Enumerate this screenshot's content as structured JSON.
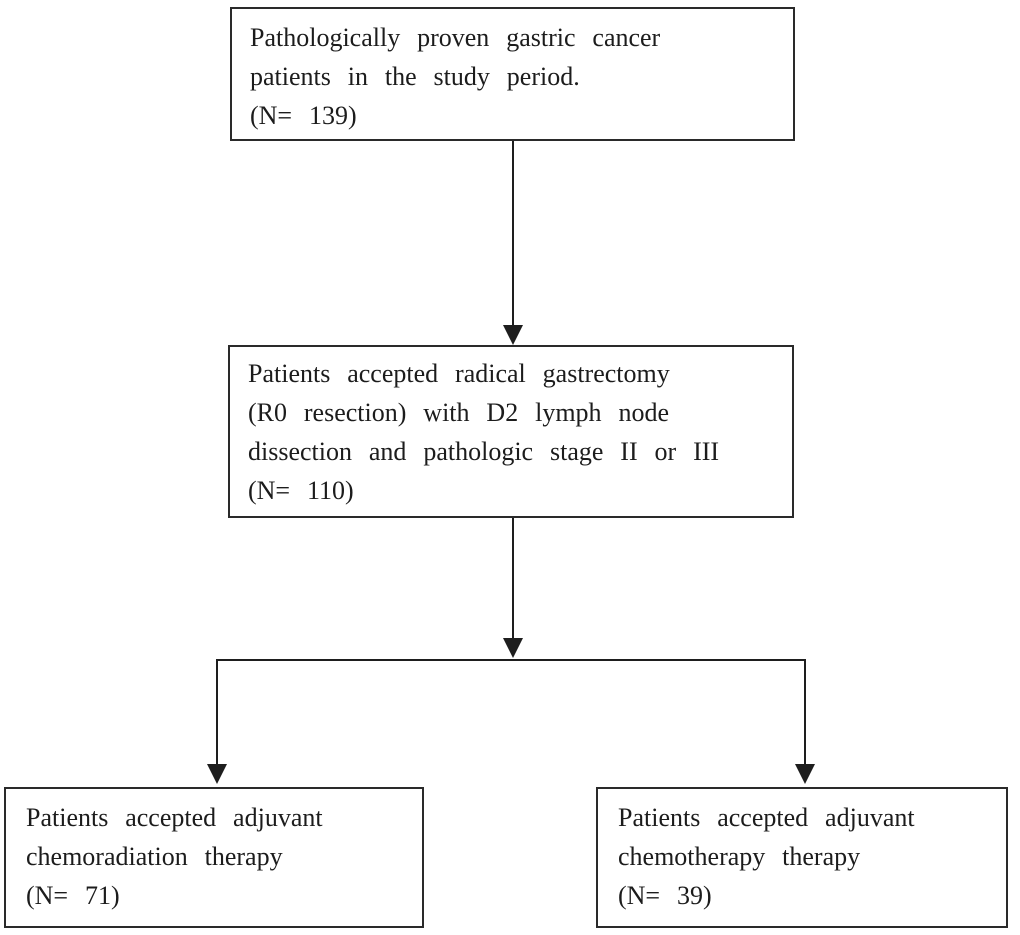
{
  "figure": {
    "background_color": "#ffffff",
    "line_color": "#1e1e1e",
    "type": "patient-selection-flowchart"
  },
  "flowchart": {
    "nodes": [
      {
        "id": "eligible-patients",
        "n": 139,
        "lines": [
          "Pathologically proven gastric cancer",
          "patients in the study period.",
          "(N= 139)"
        ]
      },
      {
        "id": "radical-gastrectomy-patients",
        "n": 110,
        "lines": [
          "Patients accepted radical gastrectomy",
          "(R0 resection) with D2 lymph node",
          "dissection and pathologic stage II or III",
          "(N= 110)"
        ]
      },
      {
        "id": "chemoradiation-group",
        "n": 71,
        "lines": [
          "Patients accepted adjuvant",
          "chemoradiation therapy",
          "(N= 71)"
        ]
      },
      {
        "id": "chemotherapy-group",
        "n": 39,
        "lines": [
          "Patients accepted adjuvant",
          "chemotherapy therapy",
          "(N= 39)"
        ]
      }
    ]
  }
}
